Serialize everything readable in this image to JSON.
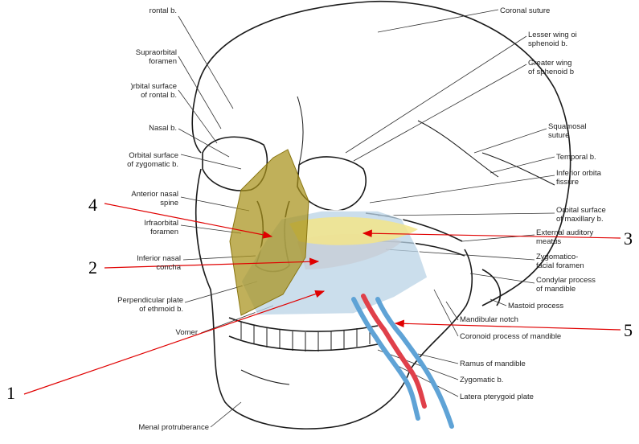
{
  "anatomy_labels": {
    "frontal_bone": "rontal b.",
    "supraorbital_foramen": "Supraorbital\nforamen",
    "orbital_surface_frontal": ")rbital surface\nof rontal b.",
    "nasal_bone": "Nasal b.",
    "orbital_surface_zygomatic": "Orbital surface\nof zygomatic b.",
    "anterior_nasal_spine": "Anterior nasal\nspine",
    "infraorbital_foramen": "Irfraorbital\nforamen",
    "inferior_nasal_concha": "Inferior nasal\nconcha",
    "perpendicular_plate": "Perpendicular plate\nof ethmoid b.",
    "vomer": "Vomer",
    "mental_protuberance": "Menal protruberance",
    "coronal_suture": "Coronal suture",
    "lesser_wing": "Lesser wing oi\nsphenoid b.",
    "greater_wing": "Greater wing\nof sphenoid b",
    "squamosal_suture": "Squamosal\nsuture",
    "temporal_bone": "Temporal b.",
    "inferior_orbital_fissure": "Inferior orbita\nfissure",
    "orbital_surface_maxillary": "Orbital surface\nof maxillary b.",
    "external_auditory_meatus": "External auditory\nmeatus",
    "zygomaticofacial_foramen": "Zygomatico-\nfacial foramen",
    "condylar_process": "Condylar process\nof mandible",
    "mastoid_process": "Mastoid process",
    "mandibular_notch": "Mandibular notch",
    "coronoid_process": "Coronoid process of mandible",
    "ramus_of_mandible": "Ramus of mandible",
    "zygomatic_bone": "Zygomatic b.",
    "lateral_pterygoid_plate": "Latera pterygoid plate"
  },
  "callouts": [
    {
      "number": "1"
    },
    {
      "number": "2"
    },
    {
      "number": "3"
    },
    {
      "number": "4"
    },
    {
      "number": "5"
    }
  ],
  "colors": {
    "region_olive": "#a8921a",
    "region_yellow": "#f3e58a",
    "region_blue": "#b9d3e6",
    "artery_red": "#e0404a",
    "vein_blue": "#5fa3d6",
    "arrow_red": "#e00000"
  }
}
